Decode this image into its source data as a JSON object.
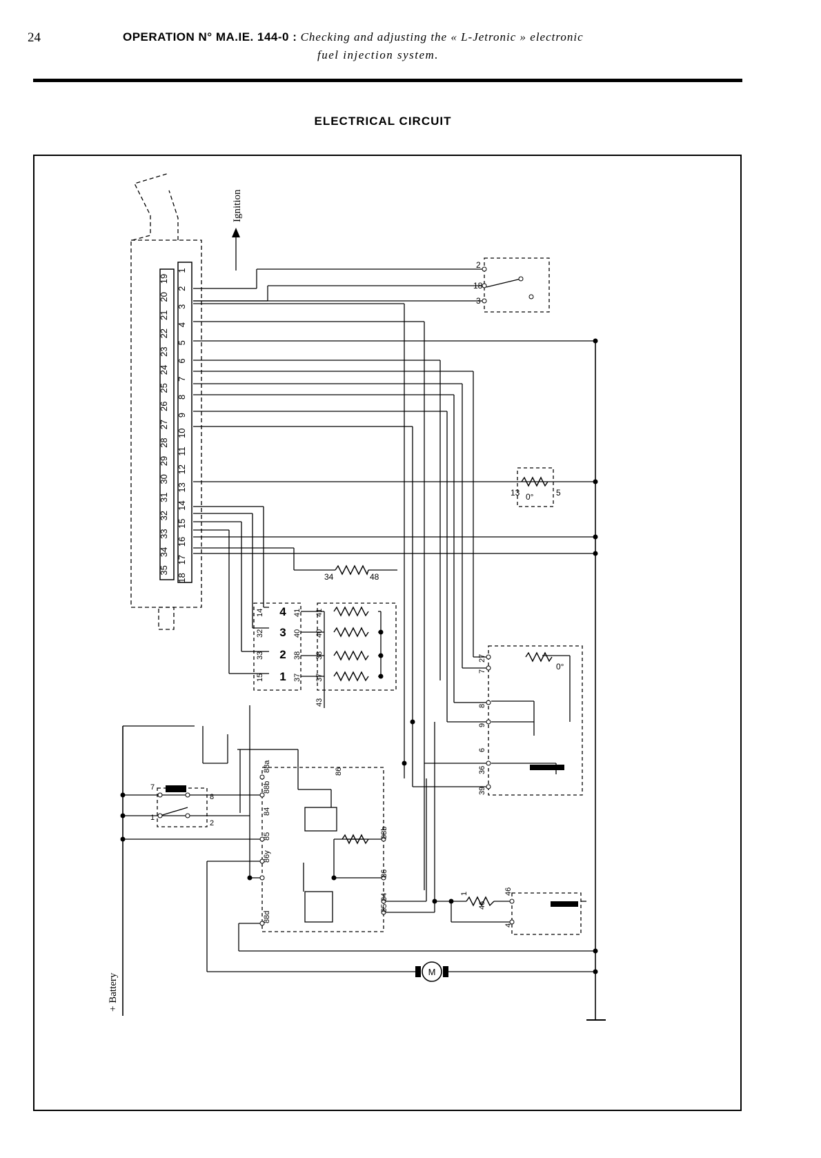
{
  "header": {
    "page_number": "24",
    "operation_title": "OPERATION N° MA.IE. 144-0",
    "separator": " : ",
    "description_line1": "Checking and adjusting the « L-Jetronic » electronic",
    "description_line2": "fuel injection system."
  },
  "section_title": "ELECTRICAL CIRCUIT",
  "diagram": {
    "ignition_label": "Ignition",
    "battery_label": "+ Battery",
    "connector_left_pins": [
      "19",
      "20",
      "21",
      "22",
      "23",
      "24",
      "25",
      "26",
      "27",
      "28",
      "29",
      "30",
      "31",
      "32",
      "33",
      "34",
      "35"
    ],
    "connector_right_pins": [
      "1",
      "2",
      "3",
      "4",
      "5",
      "6",
      "7",
      "8",
      "9",
      "10",
      "11",
      "12",
      "13",
      "14",
      "15",
      "16",
      "17",
      "18"
    ],
    "throttle_switch_labels": [
      "2",
      "18",
      "3"
    ],
    "temp_sensor_labels": [
      "13",
      "5",
      "0°"
    ],
    "resistor_34_48_labels": [
      "34",
      "48"
    ],
    "injector_numbers": [
      "1",
      "2",
      "3",
      "4"
    ],
    "injector_left_labels": [
      "14",
      "32",
      "33",
      "15"
    ],
    "injector_mid_labels": [
      "41",
      "40",
      "38",
      "37"
    ],
    "injector_right_labels": [
      "41",
      "40",
      "38",
      "37",
      "43"
    ],
    "airflow_meter_labels": [
      "27",
      "7",
      "8",
      "9",
      "6",
      "36",
      "39"
    ],
    "airflow_temp_label": "0°",
    "start_switch_labels": [
      "7",
      "8",
      "1",
      "2"
    ],
    "relay_labels": [
      "88a",
      "86",
      "88b",
      "84",
      "85",
      "86y",
      "88d",
      "88b",
      "86",
      "84",
      "85"
    ],
    "motor_label": "M",
    "thermo_time_labels": [
      "1",
      "46",
      "46",
      "4"
    ]
  }
}
